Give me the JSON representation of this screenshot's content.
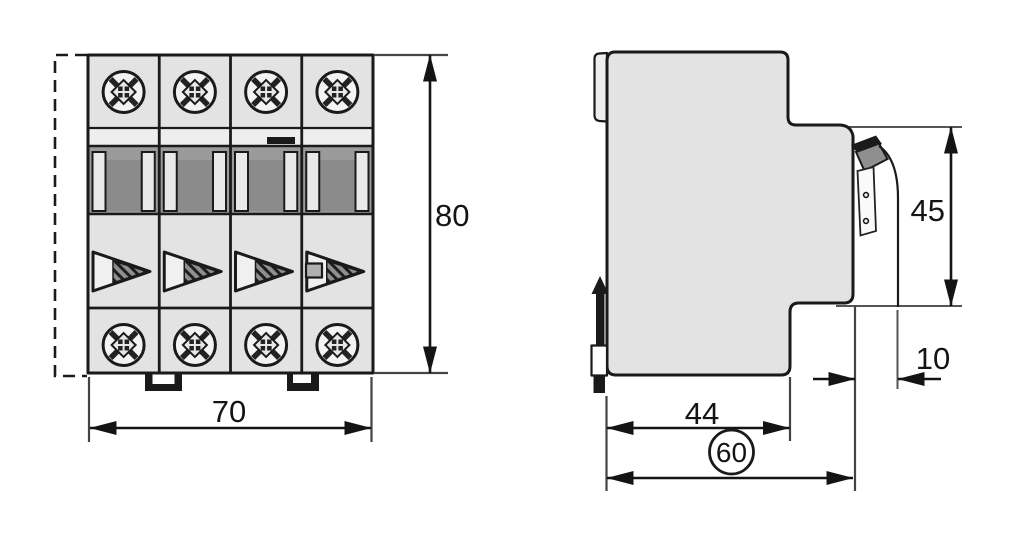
{
  "dimensions": {
    "front_height": "80",
    "front_width": "70",
    "side_front_height": "45",
    "side_front_offset": "10",
    "side_body_depth": "44",
    "side_total_depth": "60"
  },
  "elements": {
    "pole_count": 4,
    "top_screw_count": 4,
    "bottom_screw_count": 4,
    "toggle_count": 4,
    "front_din_clip_count": 2
  },
  "colors": {
    "c-line": "#1a1a1a",
    "c-dim": "#141414",
    "c-ext": "#555555",
    "c-body": "#e3e3e3",
    "c-body2": "#eeeeee",
    "c-band": "#9a9a9a",
    "c-band2": "#8b8b8b",
    "c-bar": "#e9e9e9",
    "c-toggle": "#8f8f8f",
    "c-bg": "#ffffff",
    "c-white": "#ffffff"
  }
}
